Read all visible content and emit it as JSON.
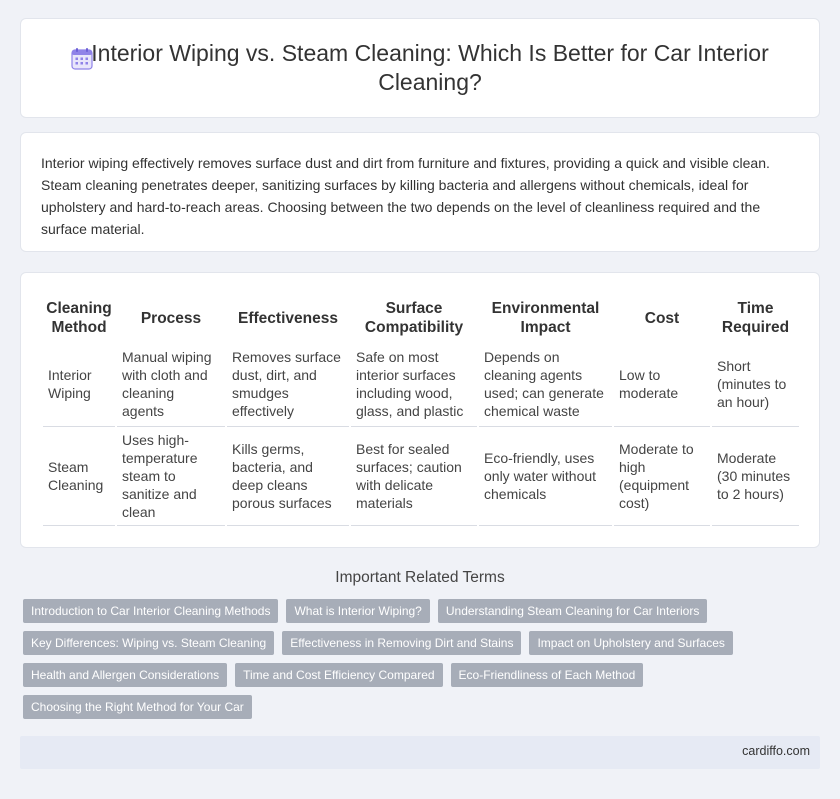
{
  "header": {
    "title": "Interior Wiping vs. Steam Cleaning: Which Is Better for Car Interior Cleaning?",
    "icon": "calendar-icon",
    "icon_color": "#7b68ee"
  },
  "intro": {
    "text": "Interior wiping effectively removes surface dust and dirt from furniture and fixtures, providing a quick and visible clean. Steam cleaning penetrates deeper, sanitizing surfaces by killing bacteria and allergens without chemicals, ideal for upholstery and hard-to-reach areas. Choosing between the two depends on the level of cleanliness required and the surface material."
  },
  "table": {
    "headers": [
      "Cleaning Method",
      "Process",
      "Effectiveness",
      "Surface Compatibility",
      "Environmental Impact",
      "Cost",
      "Time Required"
    ],
    "rows": [
      [
        "Interior Wiping",
        "Manual wiping with cloth and cleaning agents",
        "Removes surface dust, dirt, and smudges effectively",
        "Safe on most interior surfaces including wood, glass, and plastic",
        "Depends on cleaning agents used; can generate chemical waste",
        "Low to moderate",
        "Short (minutes to an hour)"
      ],
      [
        "Steam Cleaning",
        "Uses high-temperature steam to sanitize and clean",
        "Kills germs, bacteria, and deep cleans porous surfaces",
        "Best for sealed surfaces; caution with delicate materials",
        "Eco-friendly, uses only water without chemicals",
        "Moderate to high (equipment cost)",
        "Moderate (30 minutes to 2 hours)"
      ]
    ]
  },
  "related": {
    "heading": "Important Related Terms",
    "tags": [
      "Introduction to Car Interior Cleaning Methods",
      "What is Interior Wiping?",
      "Understanding Steam Cleaning for Car Interiors",
      "Key Differences: Wiping vs. Steam Cleaning",
      "Effectiveness in Removing Dirt and Stains",
      "Impact on Upholstery and Surfaces",
      "Health and Allergen Considerations",
      "Time and Cost Efficiency Compared",
      "Eco-Friendliness of Each Method",
      "Choosing the Right Method for Your Car"
    ]
  },
  "footer": {
    "site": "cardiffo.com"
  }
}
